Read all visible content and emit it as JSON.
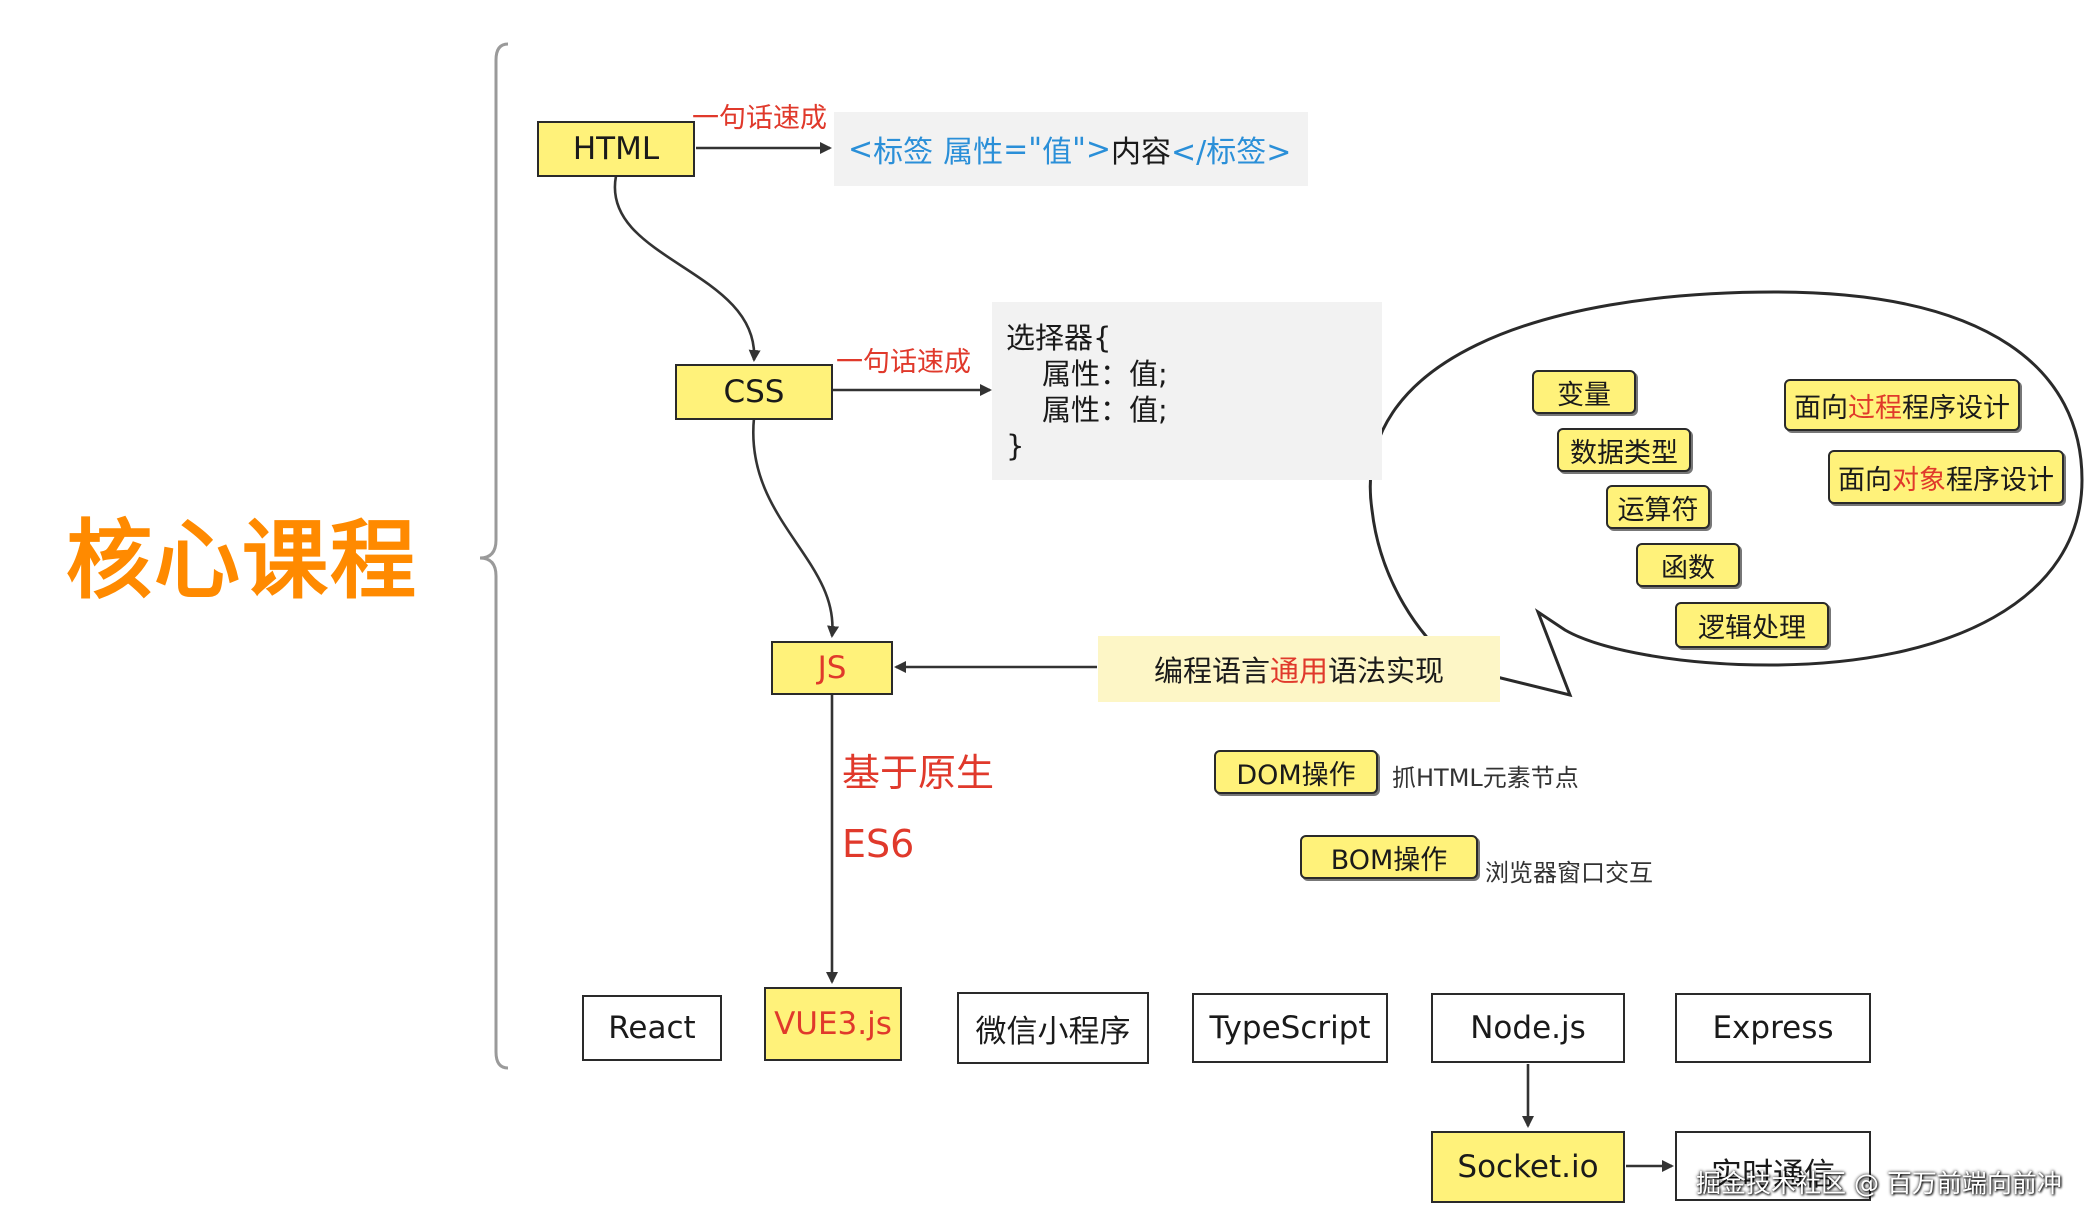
{
  "title": "核心课程",
  "html_box": "HTML",
  "css_box": "CSS",
  "js_box": "JS",
  "quick_label_1": "一句话速成",
  "quick_label_2": "一句话速成",
  "html_syntax": {
    "open_bracket": "<",
    "tag": "标签",
    "attr": "属性",
    "eq_quote": "=\"",
    "value": "值",
    "close_quote": "\">",
    "content": "内容",
    "end_tag": "</标签>"
  },
  "css_syntax": {
    "line1": "选择器{",
    "line2": "属性：值;",
    "line3": "属性：值;",
    "line4": "}"
  },
  "js_general": {
    "prefix": "编程语言",
    "highlight": "通用",
    "suffix": "语法实现"
  },
  "bubble_items": [
    "变量",
    "数据类型",
    "运算符",
    "函数",
    "逻辑处理"
  ],
  "paradigms": [
    {
      "prefix": "面向",
      "highlight": "过程",
      "suffix": "程序设计"
    },
    {
      "prefix": "面向",
      "highlight": "对象",
      "suffix": "程序设计"
    }
  ],
  "native_label": "基于原生",
  "es6_label": "ES6",
  "dom": {
    "label": "DOM操作",
    "note": "抓HTML元素节点"
  },
  "bom": {
    "label": "BOM操作",
    "note": "浏览器窗口交互"
  },
  "frameworks": [
    "React",
    "VUE3.js",
    "微信小程序",
    "TypeScript",
    "Node.js",
    "Express"
  ],
  "socket": "Socket.io",
  "realtime": "实时通信",
  "watermark": "掘金技术社区 @ 百万前端向前冲",
  "colors": {
    "title": "#ff8a00",
    "accent_red": "#e0392b",
    "syntax_blue": "#2a8fd8",
    "box_fill": "#fff27a",
    "panel_gray": "#f2f2f2"
  }
}
